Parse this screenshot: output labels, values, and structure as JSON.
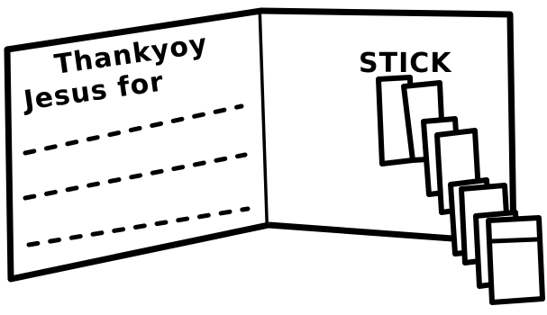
{
  "card": {
    "left_page": {
      "line1": "Thankyoy",
      "line2": "Jesus for"
    },
    "right_page": {
      "label": "STICK"
    }
  },
  "colors": {
    "ink": "#000000",
    "paper": "#ffffff"
  },
  "icons": [
    "folded-card-icon",
    "accordion-fold-icon"
  ]
}
